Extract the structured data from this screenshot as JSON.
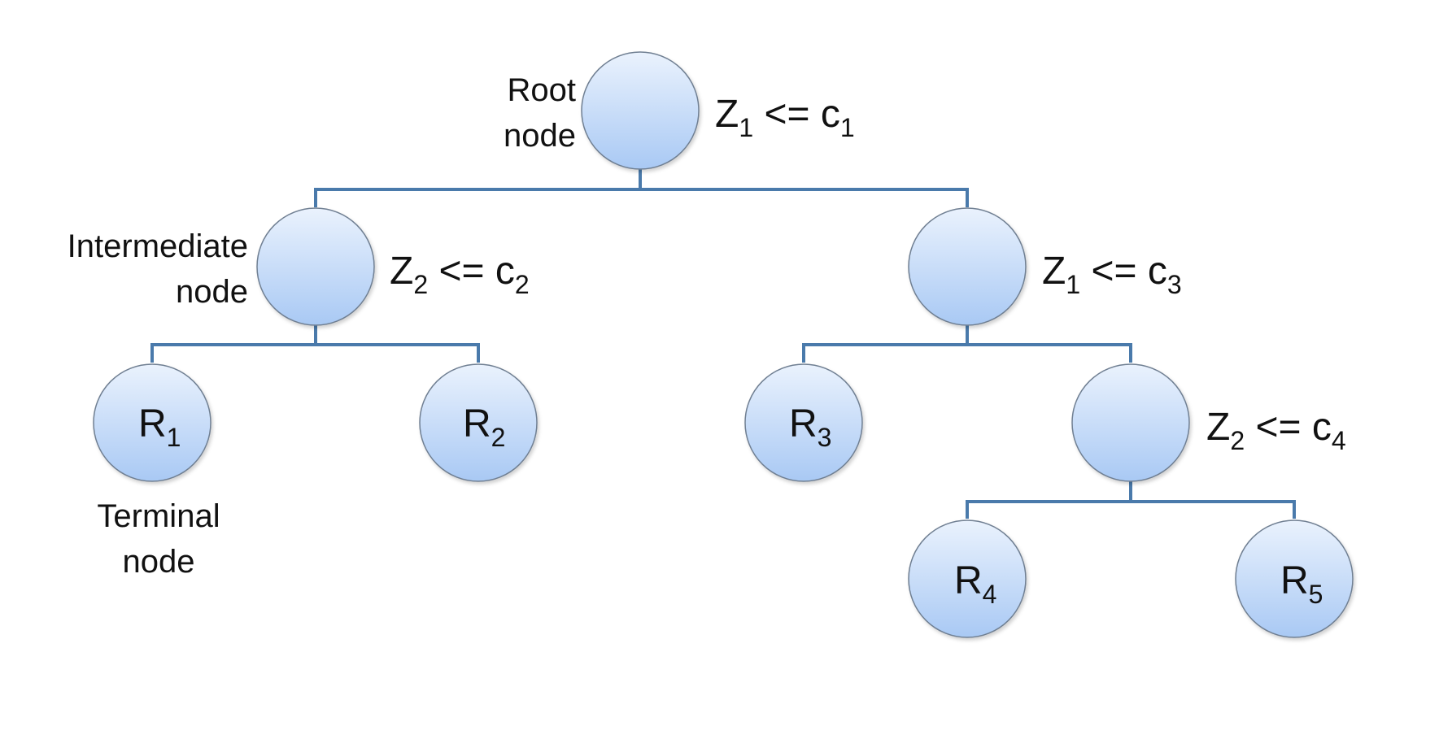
{
  "colors": {
    "edge": "#4a7aab",
    "node_fill_top": "#eaf2fd",
    "node_fill_bottom": "#a9c9f4",
    "node_stroke": "#6f7f92",
    "text": "#111111"
  },
  "descriptors": {
    "root": [
      "Root",
      "node"
    ],
    "intermediate": [
      "Intermediate",
      "node"
    ],
    "terminal": [
      "Terminal",
      "node"
    ]
  },
  "conditions": {
    "root": {
      "var": "Z",
      "var_sub": "1",
      "op": " <= ",
      "const": "c",
      "const_sub": "1"
    },
    "left": {
      "var": "Z",
      "var_sub": "2",
      "op": " <= ",
      "const": "c",
      "const_sub": "2"
    },
    "right": {
      "var": "Z",
      "var_sub": "1",
      "op": " <= ",
      "const": "c",
      "const_sub": "3"
    },
    "right_right": {
      "var": "Z",
      "var_sub": "2",
      "op": " <= ",
      "const": "c",
      "const_sub": "4"
    }
  },
  "leaves": {
    "r1": {
      "main": "R",
      "sub": "1"
    },
    "r2": {
      "main": "R",
      "sub": "2"
    },
    "r3": {
      "main": "R",
      "sub": "3"
    },
    "r4": {
      "main": "R",
      "sub": "4"
    },
    "r5": {
      "main": "R",
      "sub": "5"
    }
  }
}
